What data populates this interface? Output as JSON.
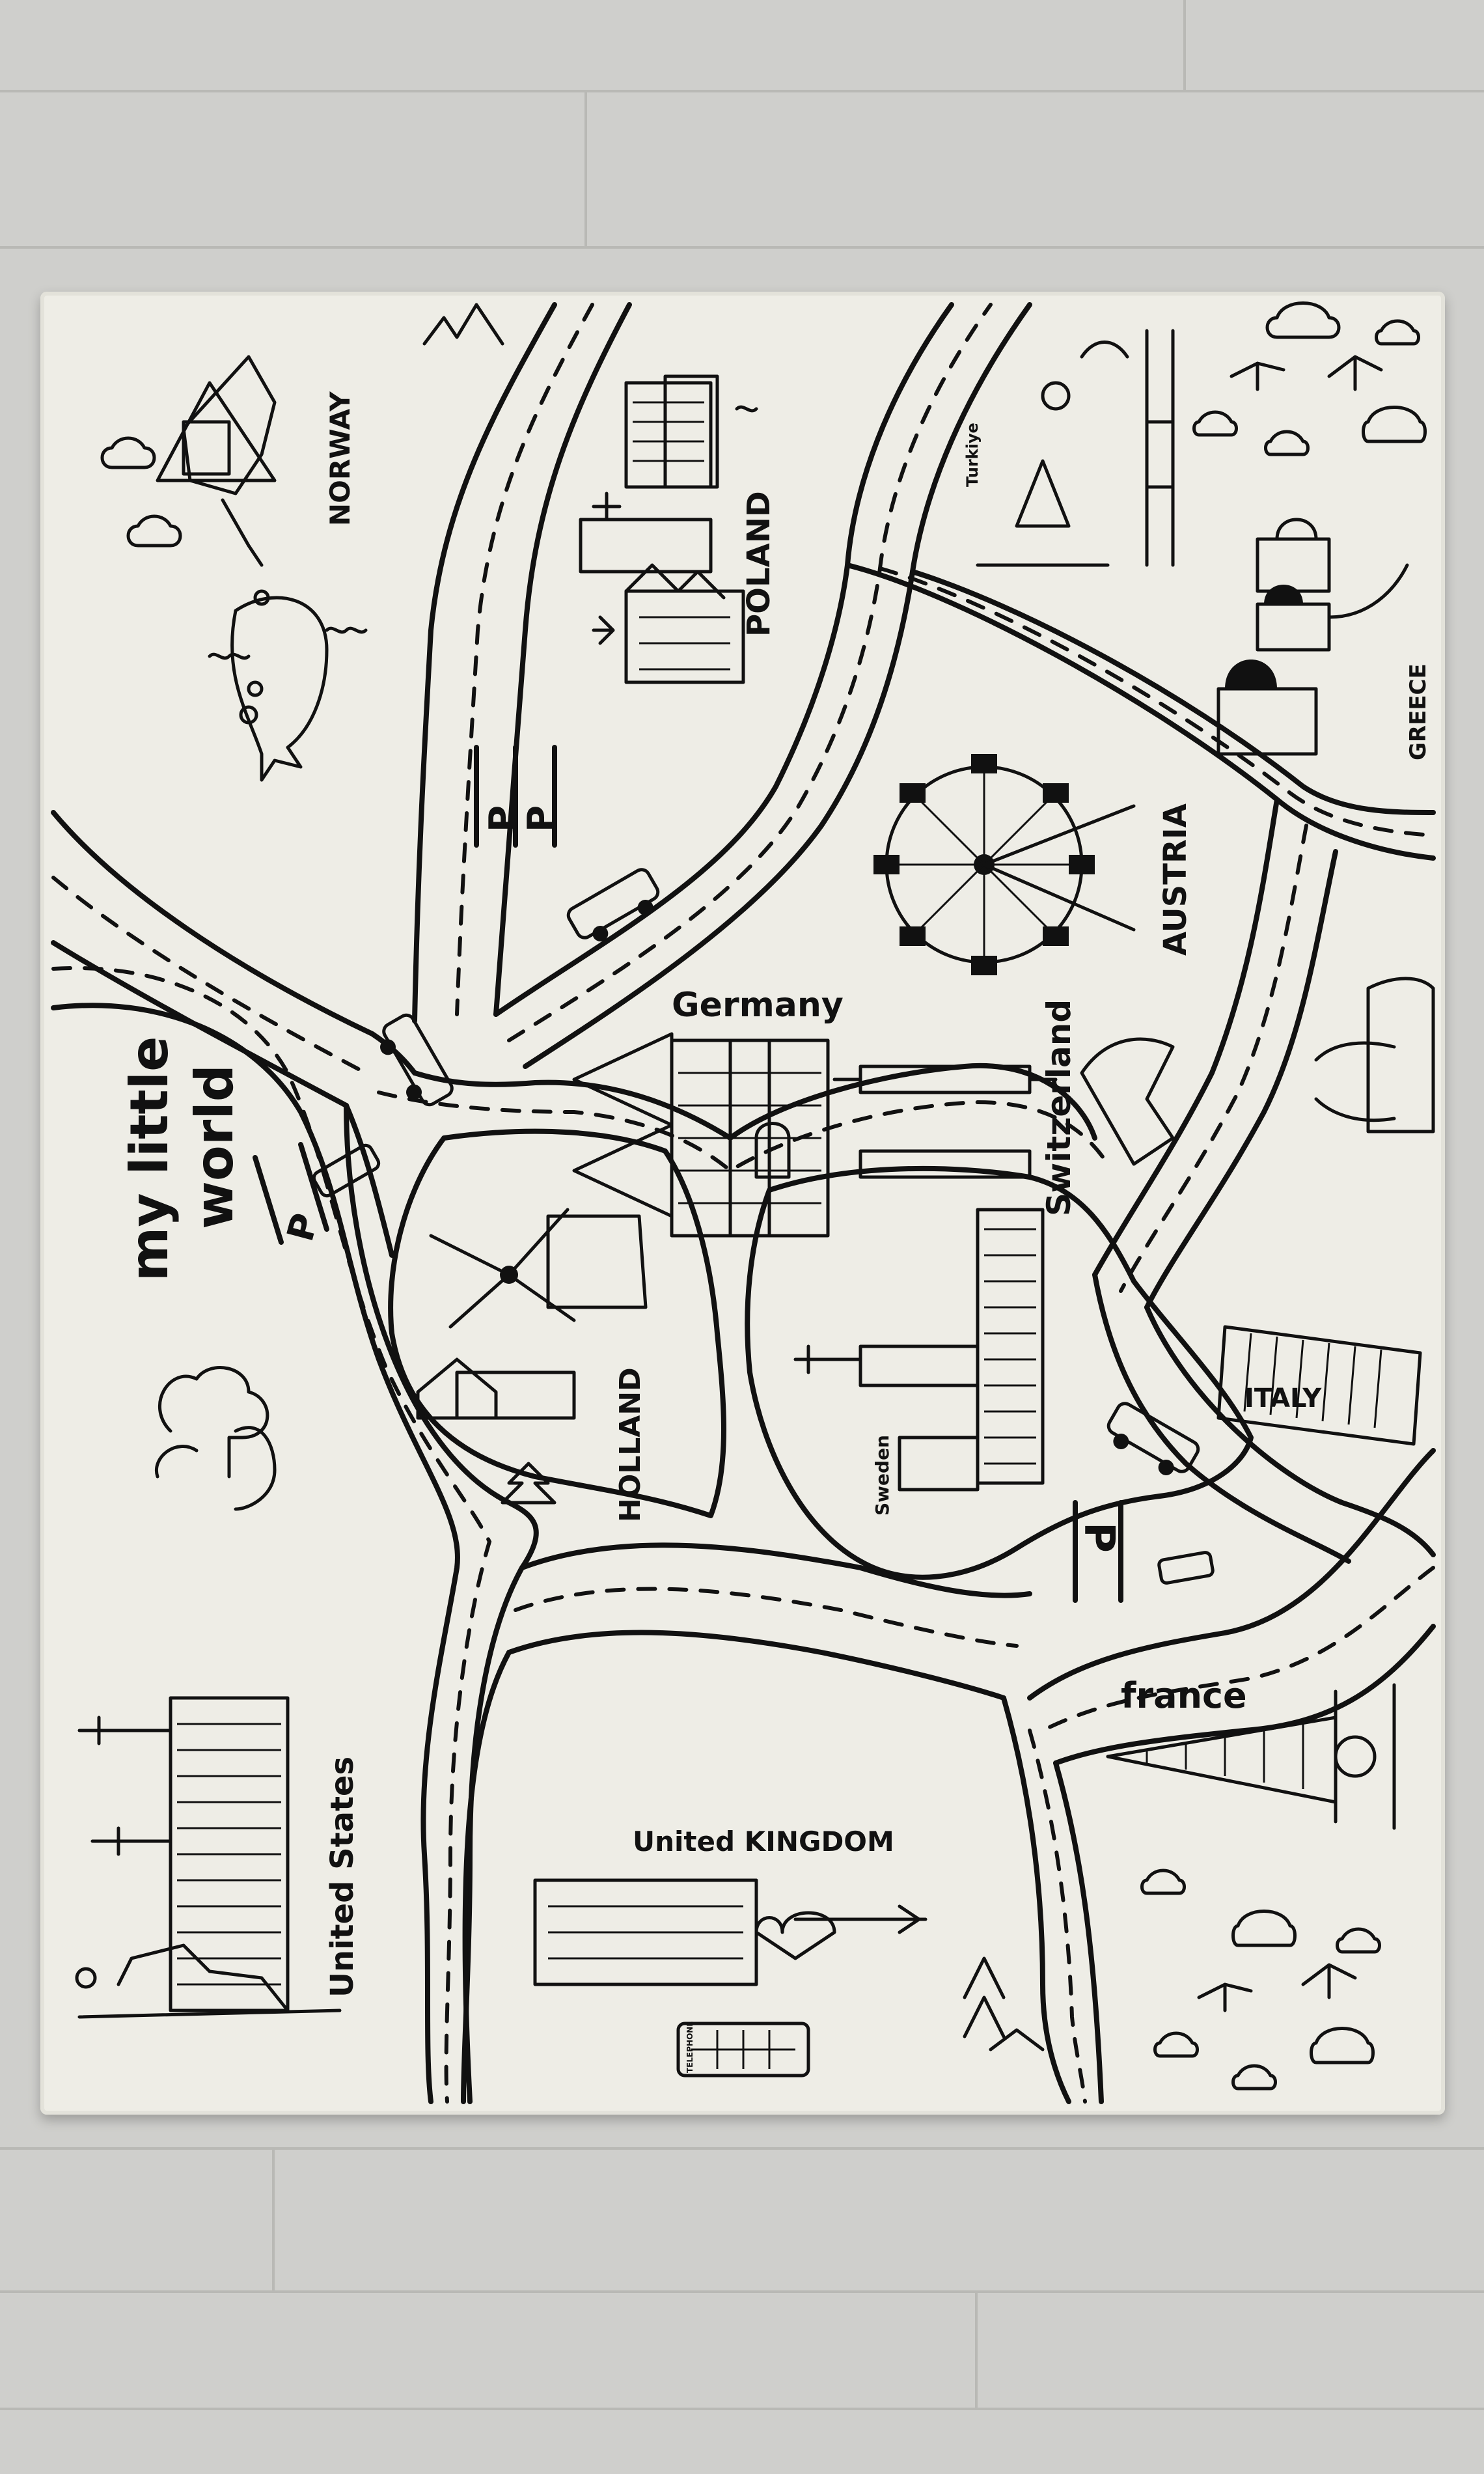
{
  "title": {
    "line1": "my little",
    "line2": "world"
  },
  "countries": {
    "norway": "NORWAY",
    "poland": "POLAND",
    "turkiye": "Turkiye",
    "greece": "GREECE",
    "austria": "AUSTRIA",
    "germany": "Germany",
    "switzerland": "Switzerland",
    "italy": "ITALY",
    "holland": "HOLLAND",
    "sweden": "Sweden",
    "france": "france",
    "united_states": "United States",
    "united_kingdom": "United KINGDOM"
  },
  "parking": {
    "sign": "P"
  },
  "phone_box": {
    "sign": "TELEPHONE"
  },
  "colors": {
    "rug": "#eeede6",
    "ink": "#111111",
    "floor": "#cfcfcc"
  }
}
